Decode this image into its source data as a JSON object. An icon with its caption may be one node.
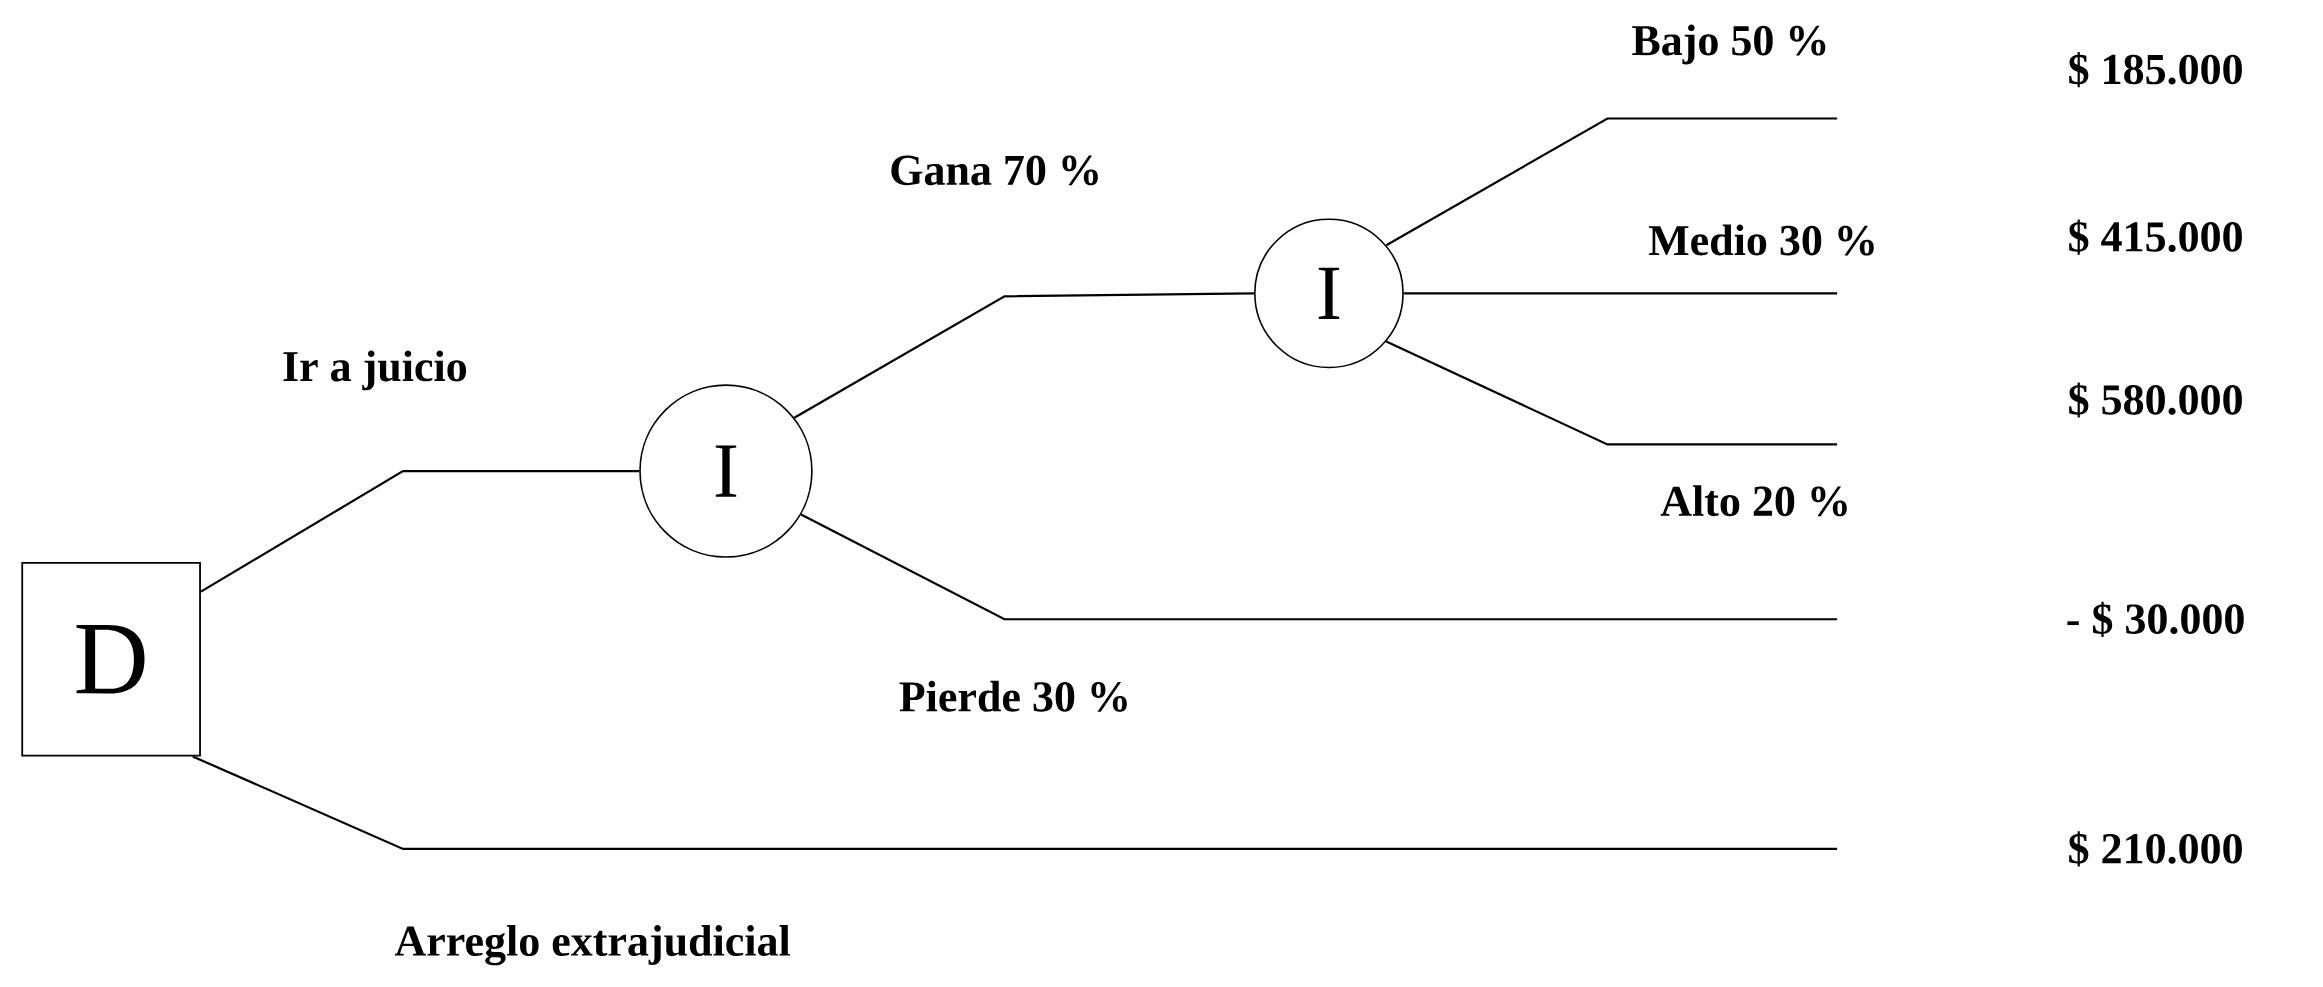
{
  "diagram": {
    "nodes": [
      {
        "text": [
          "D"
        ]
      },
      {
        "text": [
          "I"
        ]
      },
      {
        "text": [
          "I"
        ]
      }
    ],
    "edges": [
      {
        "from": 0,
        "to": 1,
        "arrow": "none",
        "label": "Ir a juicio"
      },
      {
        "from": 1,
        "to": 2,
        "arrow": "none",
        "label": "Gana 70 %"
      },
      {
        "from": 1,
        "to": null,
        "arrow": "none",
        "label": "Pierde 30 %"
      },
      {
        "from": 2,
        "to": null,
        "arrow": "none",
        "label": "Bajo 50 %"
      },
      {
        "from": 2,
        "to": null,
        "arrow": "none",
        "label": "Medio 30 %"
      },
      {
        "from": 2,
        "to": null,
        "arrow": "none",
        "label": "Alto 20 %"
      },
      {
        "from": 0,
        "to": null,
        "arrow": "none",
        "label": "Arreglo extrajudicial"
      }
    ],
    "labels": [
      "$ 185.000",
      "$ 415.000",
      "$ 580.000",
      "- $ 30.000",
      "$ 210.000"
    ]
  }
}
